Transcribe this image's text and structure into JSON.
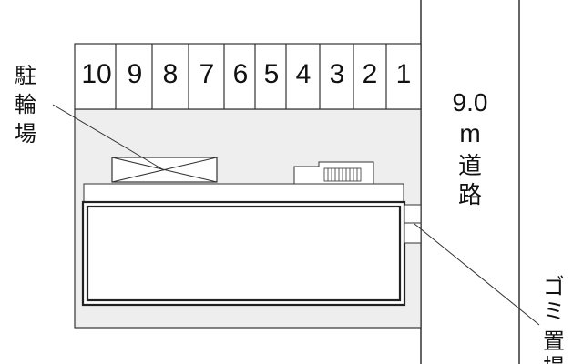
{
  "parking": {
    "spaces": [
      "10",
      "9",
      "8",
      "7",
      "6",
      "5",
      "4",
      "3",
      "2",
      "1"
    ]
  },
  "labels": {
    "bicycle_parking": [
      "駐",
      "輪",
      "場"
    ],
    "road_width": [
      "9.0",
      "m"
    ],
    "road": [
      "道",
      "路"
    ],
    "garbage": [
      "ゴ",
      "ミ",
      "置",
      "場"
    ]
  },
  "colors": {
    "lot_fill": "#eeeeee",
    "line": "#333333",
    "text": "#111111"
  }
}
